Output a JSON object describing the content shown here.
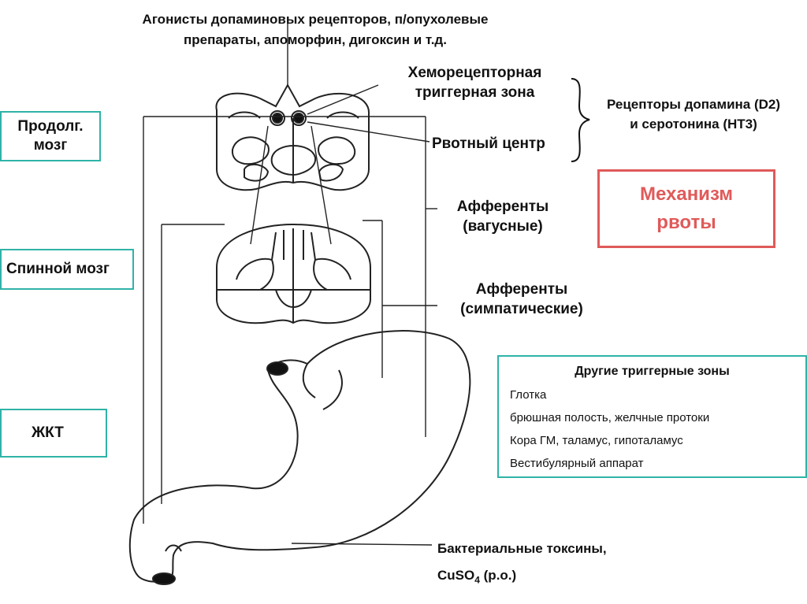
{
  "top_note": {
    "line1": "Агонисты допаминовых рецепторов, п/опухолевые",
    "line2": "препараты, апоморфин, дигоксин и т.д."
  },
  "labels": {
    "ctz_line1": "Хеморецепторная",
    "ctz_line2": "триггерная зона",
    "vomiting_center": "Рвотный центр",
    "receptors_line1": "Рецепторы допамина (D2)",
    "receptors_line2": "и серотонина (НТ3)",
    "afferents_vagal_line1": "Афференты",
    "afferents_vagal_line2": "(вагусные)",
    "afferents_symp_line1": "Афференты",
    "afferents_symp_line2": "(симпатические)",
    "toxins_line1": "Бактериальные токсины,",
    "toxins_line2_main": "CuSO",
    "toxins_line2_sub": "4",
    "toxins_line2_tail": " (p.o.)"
  },
  "side_boxes": {
    "medulla_line1": "Продолг.",
    "medulla_line2": "мозг",
    "spinal": "Спинной мозг",
    "gi": "ЖКТ"
  },
  "mechanism": {
    "line1": "Механизм",
    "line2": "рвоты",
    "color": "#e05a5a"
  },
  "other_triggers": {
    "title": "Другие триггерные зоны",
    "items": [
      "Глотка",
      "брюшная полость, желчные протоки",
      "Кора ГМ,  таламус, гипоталамус",
      "Вестибулярный аппарат"
    ]
  },
  "colors": {
    "box_border": "#2fb3a7",
    "accent_red": "#e05a5a"
  }
}
